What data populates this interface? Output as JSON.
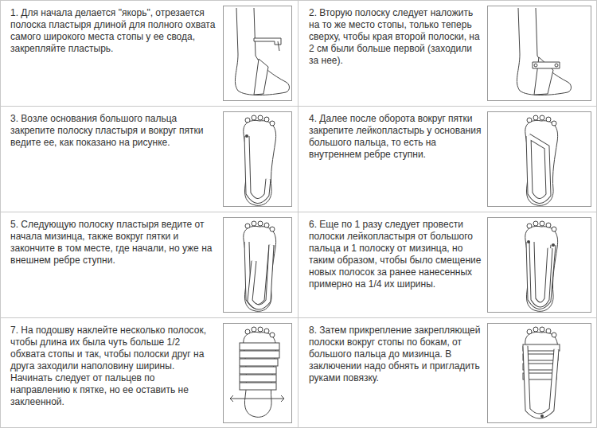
{
  "diagram": {
    "nodes": [
      {
        "text": [
          "1. Для начала делается \"якорь\", отрезается полоска пластыря длиной для полного охвата самого широкого места стопы у ее свода, закрепляйте пластырь."
        ]
      },
      {
        "text": [
          "2. Вторую полоску следует наложить на то же место стопы, только теперь сверху, чтобы края второй полоски, на 2 см были больше первой (заходили за нее)."
        ]
      },
      {
        "text": [
          "3. Возле основания большого пальца закрепите полоску пластыря и вокруг пятки ведите ее, как показано на рисунке."
        ]
      },
      {
        "text": [
          "4. Далее после оборота вокруг пятки закрепите лейкопластырь у основания большого пальца, то есть на внутреннем ребре ступни."
        ]
      },
      {
        "text": [
          "5. Следующую полоску пластыря ведите от начала мизинца, также вокруг пятки и закончите в том месте, где начали, но уже на внешнем ребре ступни."
        ]
      },
      {
        "text": [
          "6. Еще по 1 разу следует провести полоски лейкопластыря от большого пальца и 1 полоску от мизинца, но таким образом, чтобы было смещение новых полосок за ранее нанесенных примерно на 1/4 их ширины."
        ]
      },
      {
        "text": [
          "7. На подошву наклейте несколько полосок, чтобы длина их была чуть больше 1/2 обхвата стопы и так, чтобы полоски друг на друга заходили наполовину ширины. Начинать следует от пальцев по направлению к пятке, но ее оставить не заклеенной."
        ]
      },
      {
        "text": [
          "8. Затем прикрепление закрепляющей полоски вокруг стопы по бокам, от большого пальца до мизинца. В заключении надо обнять и пригладить руками повязку."
        ]
      }
    ]
  }
}
